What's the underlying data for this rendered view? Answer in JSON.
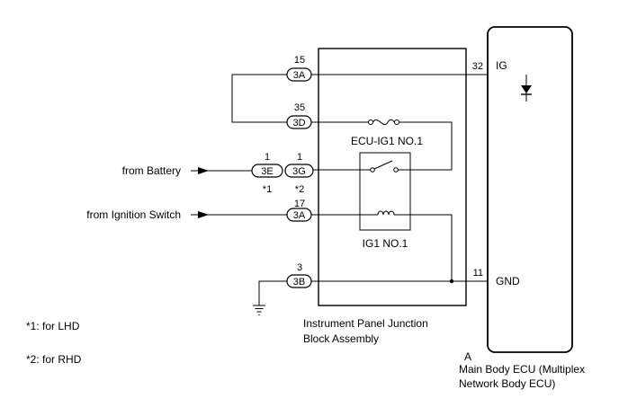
{
  "pins": {
    "p15": "15",
    "p35": "35",
    "p1a": "1",
    "p1b": "1",
    "p17": "17",
    "p3": "3",
    "p32": "32",
    "p11": "11"
  },
  "connectors": {
    "c3A_top": "3A",
    "c3D": "3D",
    "c3E": "3E",
    "c3G": "3G",
    "c3A_mid": "3A",
    "c3B": "3B"
  },
  "notes": {
    "star1": "*1",
    "star2": "*2",
    "lhd": "*1: for LHD",
    "rhd": "*2: for RHD"
  },
  "labels": {
    "from_battery": "from Battery",
    "from_ignition": "from Ignition Switch",
    "fuse": "ECU-IG1 NO.1",
    "relay": "IG1 NO.1",
    "ig": "IG",
    "gnd": "GND",
    "junction_line1": "Instrument Panel Junction",
    "junction_line2": "Block Assembly",
    "ecu_letter": "A",
    "ecu_line1": "Main Body ECU (Multiplex",
    "ecu_line2": "Network Body ECU)"
  }
}
